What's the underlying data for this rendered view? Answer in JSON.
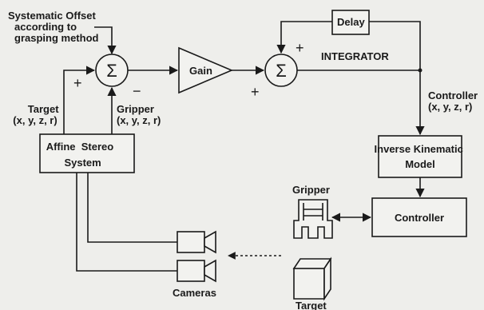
{
  "annotations": {
    "offset": [
      "Systematic Offset",
      "according to",
      "grasping method"
    ],
    "target_coords": [
      "Target",
      "(x, y, z, r)"
    ],
    "gripper_coords": [
      "Gripper",
      "(x, y, z, r)"
    ],
    "controller_coords": [
      "Controller",
      "(x, y, z, r)"
    ],
    "integrator": "INTEGRATOR",
    "gripper_object": "Gripper",
    "target_object": "Target",
    "cameras": "Cameras"
  },
  "blocks": {
    "delay": "Delay",
    "gain": "Gain",
    "affine": [
      "Affine  Stereo",
      "System"
    ],
    "inverse": [
      "Inverse Kinematic",
      "Model"
    ],
    "controller": "Controller"
  },
  "symbols": {
    "sum": "Σ",
    "plus": "+",
    "minus": "−"
  }
}
